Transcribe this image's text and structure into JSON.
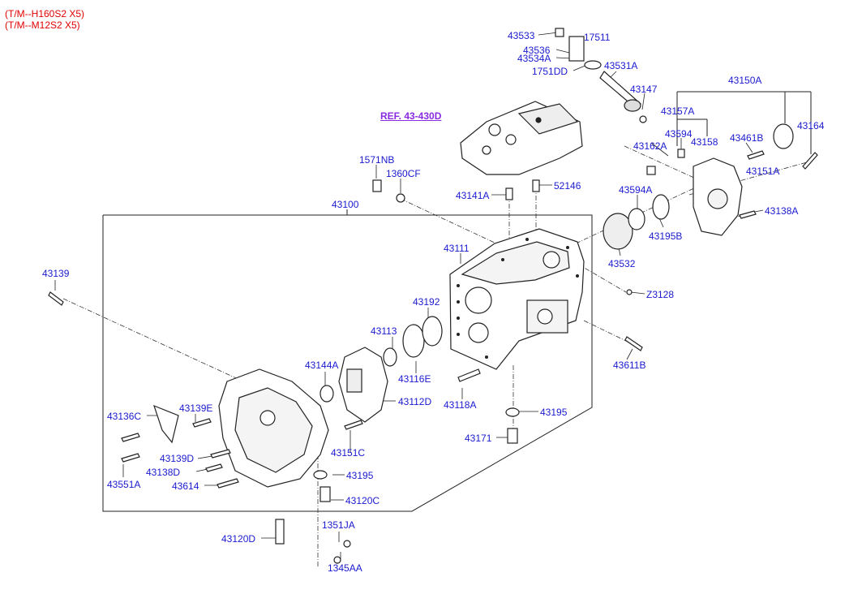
{
  "header": {
    "lines": [
      "(T/M--H160S2 X5)",
      "(T/M--M12S2 X5)"
    ]
  },
  "reference": {
    "text": "REF. 43-430D"
  },
  "colors": {
    "label": "#1a1ad0",
    "header": "#e00000",
    "reference": "#8a2be2",
    "line": "#222222"
  },
  "labels": {
    "p43533": "43533",
    "p17511": "17511",
    "p43536": "43536",
    "p43534A": "43534A",
    "p1751DD": "1751DD",
    "p43531A": "43531A",
    "p43147": "43147",
    "p43150A": "43150A",
    "p43157A": "43157A",
    "p43164": "43164",
    "p43594": "43594",
    "p43162A": "43162A",
    "p43158": "43158",
    "p43461B": "43461B",
    "p43151A": "43151A",
    "p1571NB": "1571NB",
    "p1360CF": "1360CF",
    "p43141A": "43141A",
    "p52146": "52146",
    "p43594A": "43594A",
    "p43138A": "43138A",
    "p43100": "43100",
    "p43195B": "43195B",
    "p43111": "43111",
    "p43532": "43532",
    "p43139": "43139",
    "pZ3128": "Z3128",
    "p43192": "43192",
    "p43113": "43113",
    "p43611B": "43611B",
    "p43144A": "43144A",
    "p43116E": "43116E",
    "p43112D": "43112D",
    "p43118A": "43118A",
    "p43136C": "43136C",
    "p43139E": "43139E",
    "p43195a": "43195",
    "p43171": "43171",
    "p43151C": "43151C",
    "p43139D": "43139D",
    "p43138D": "43138D",
    "p43195b": "43195",
    "p43551A": "43551A",
    "p43614": "43614",
    "p43120C": "43120C",
    "p1351JA": "1351JA",
    "p43120D": "43120D",
    "p1345AA": "1345AA"
  }
}
